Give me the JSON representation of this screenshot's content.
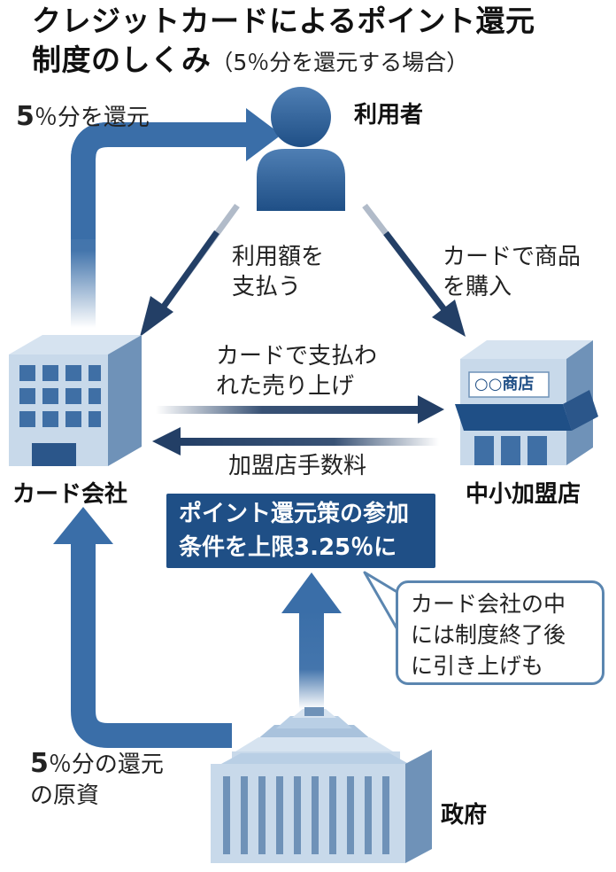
{
  "title": {
    "line1": "クレジットカードによるポイント還元",
    "line2_main": "制度のしくみ",
    "line2_sub": "（5％分を還元する場合）"
  },
  "nodes": {
    "user": "利用者",
    "card_company": "カード会社",
    "merchant": "中小加盟店",
    "merchant_sign": "○○商店",
    "government": "政府"
  },
  "flows": {
    "rebate_top_num": "5",
    "rebate_top_text": "％分を還元",
    "pay_usage_1": "利用額を",
    "pay_usage_2": "支払う",
    "buy_with_card_1": "カードで商品",
    "buy_with_card_2": "を購入",
    "card_sales_1": "カードで支払わ",
    "card_sales_2": "れた売り上げ",
    "merchant_fee": "加盟店手数料",
    "funding_num": "5",
    "funding_text_1": "％分の還元",
    "funding_text_2": "の原資"
  },
  "policy": {
    "line1": "ポイント還元策の参加",
    "line2": "条件を上限3.25％に"
  },
  "note": {
    "line1": "カード会社の中",
    "line2": "には制度終了後",
    "line3": "に引き上げも"
  },
  "colors": {
    "arrow_blue": "#3a6ea8",
    "navy": "#1f4f86",
    "dark_arrow": "#233f66",
    "building_light": "#c8d9ea",
    "building_dark": "#6f92b8"
  }
}
